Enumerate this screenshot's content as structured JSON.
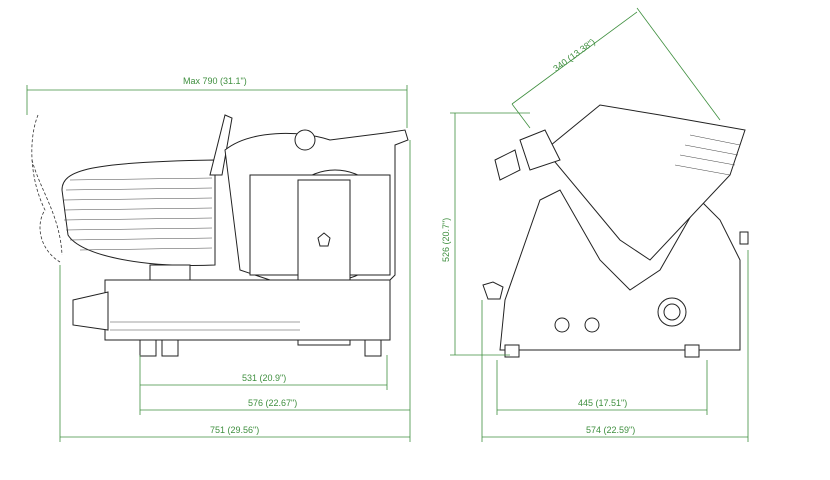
{
  "dimensions": {
    "side_view": {
      "max_width": "Max 790  (31.1\")",
      "base_feet": "531  (20.9\")",
      "base_length": "576  (22.67\")",
      "overall_length": "751  (29.56\")"
    },
    "front_view": {
      "blade_diagonal": "340  (13.38\")",
      "height": "526  (20.7\")",
      "feet_width": "445  (17.51\")",
      "overall_width": "574  (22.59\")"
    }
  },
  "colors": {
    "dimension_line": "#3f8f3f",
    "outline": "#222222"
  }
}
